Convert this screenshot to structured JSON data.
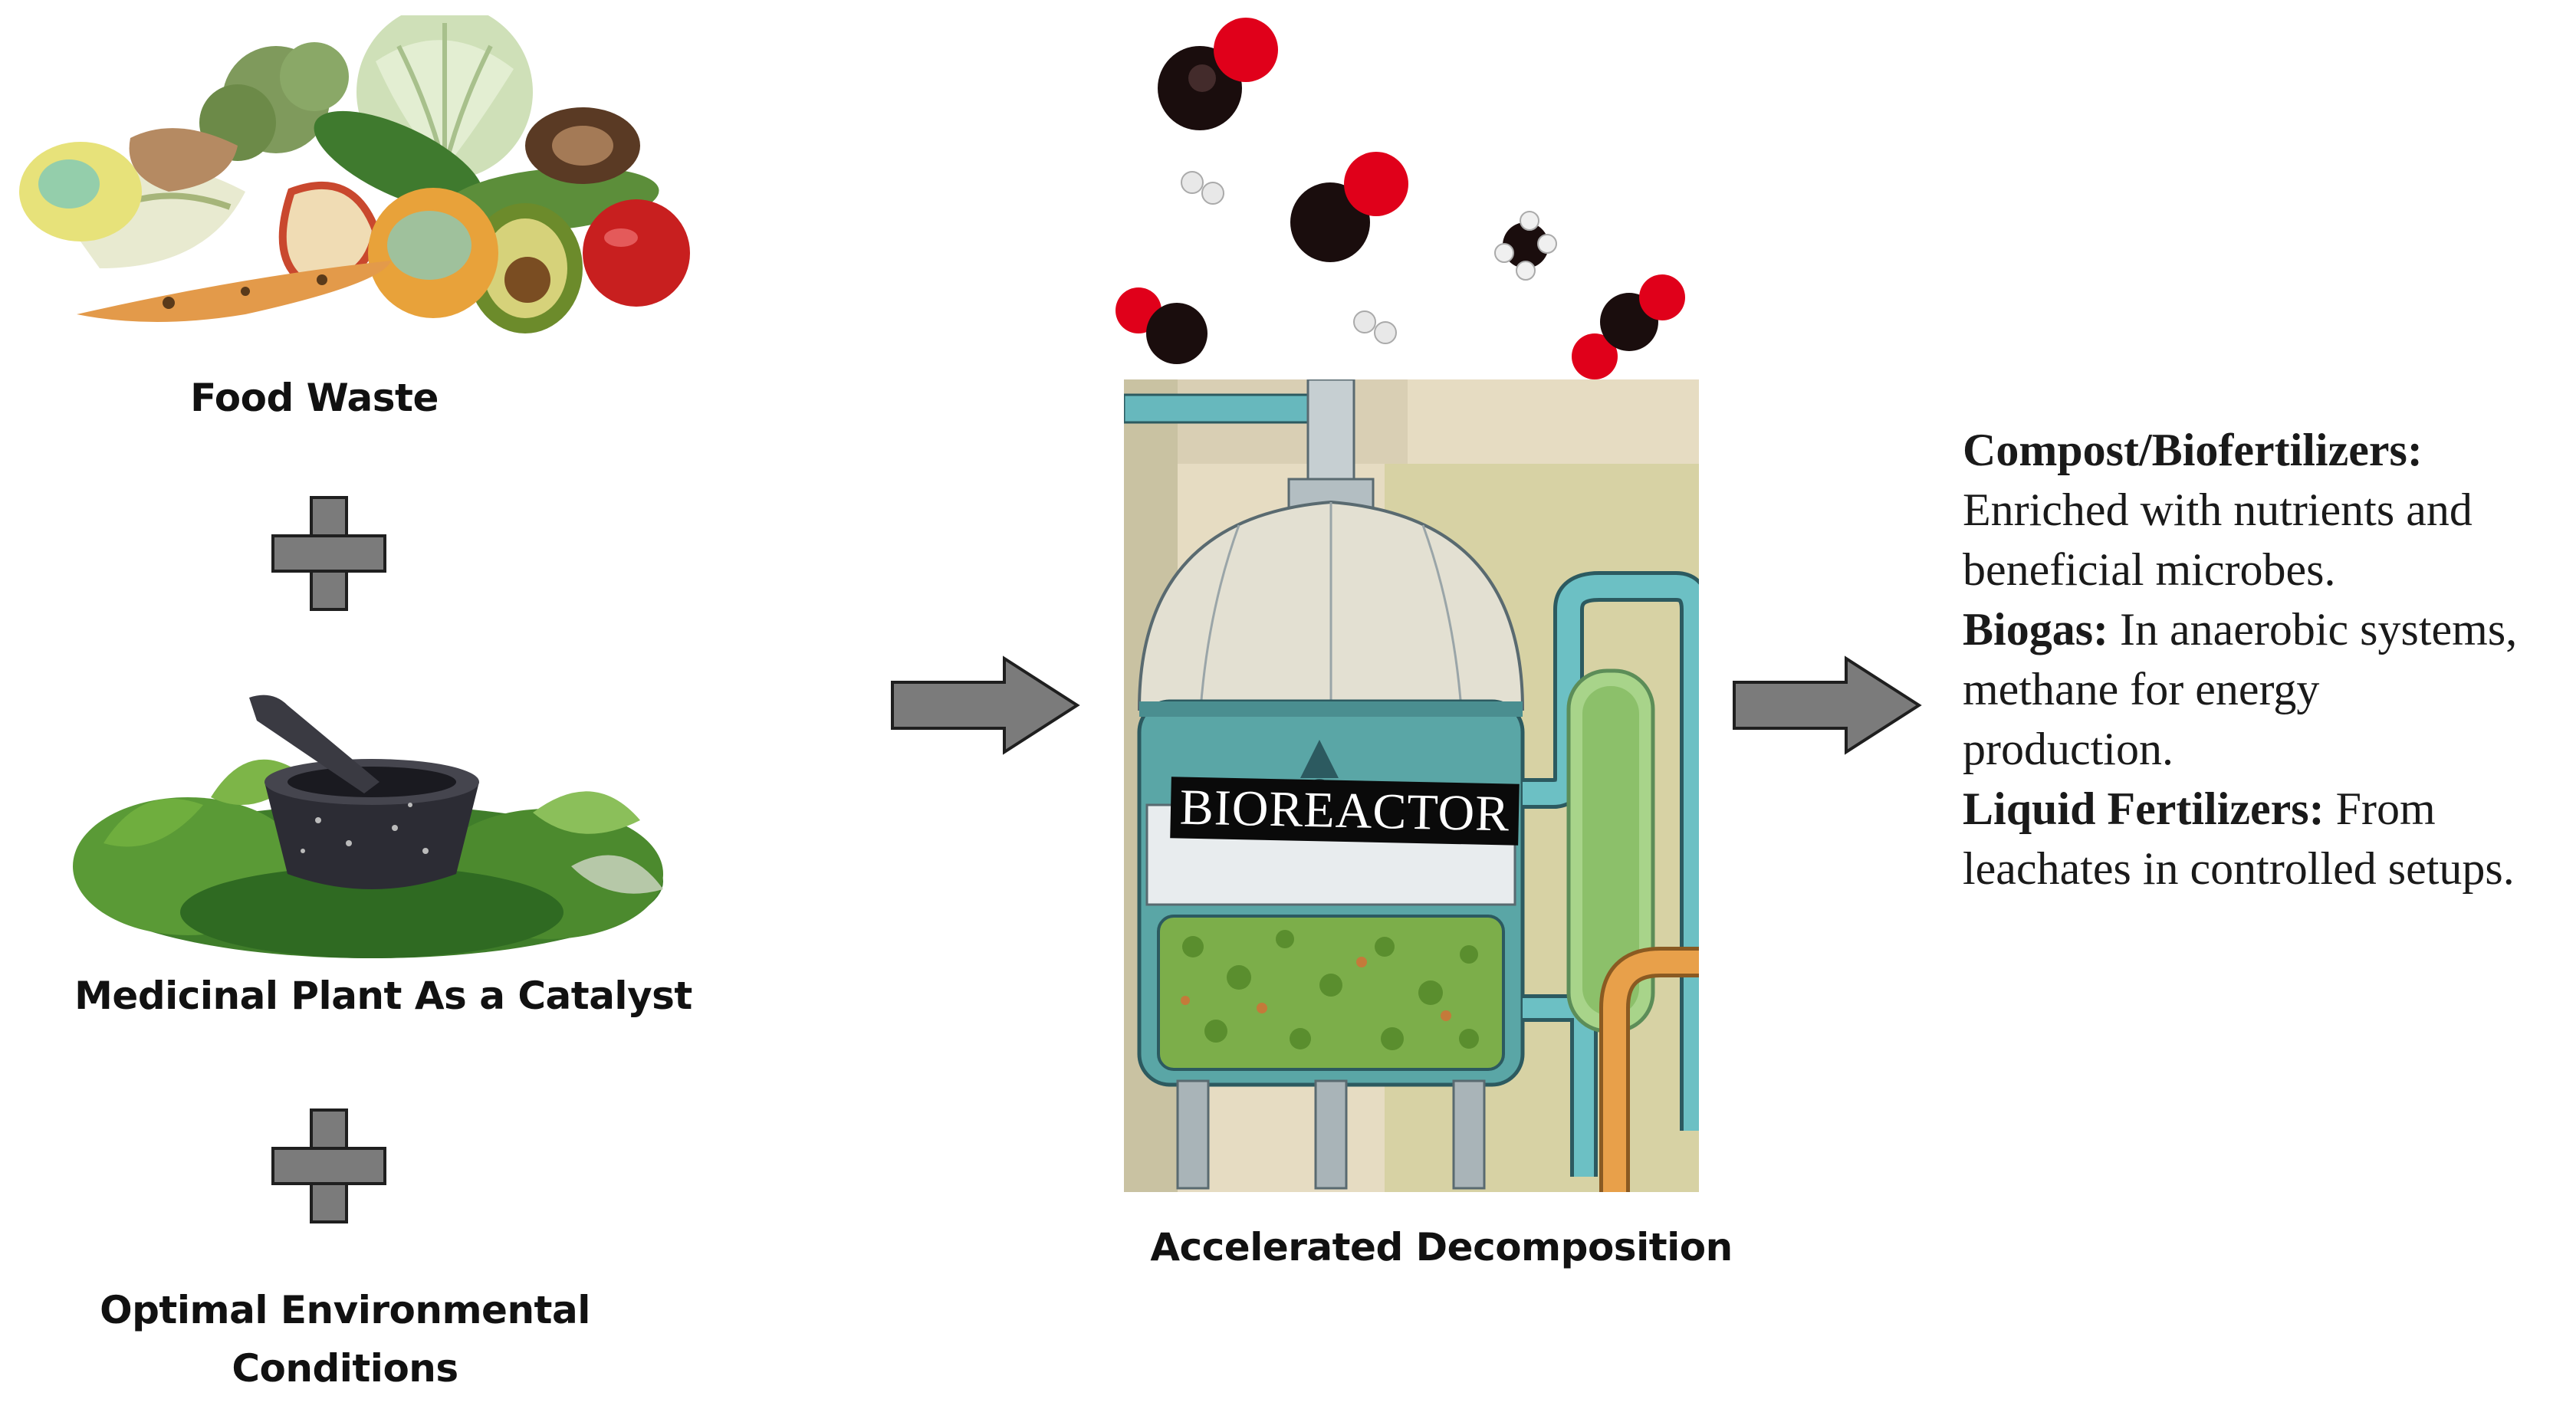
{
  "inputs": {
    "food_waste": "Food Waste",
    "medicinal_plant": "Medicinal Plant As a Catalyst",
    "conditions_line1": "Optimal Environmental",
    "conditions_line2": "Conditions"
  },
  "bioreactor": {
    "tank_label": "BIOREACTOR",
    "caption": "Accelerated Decomposition"
  },
  "outputs": [
    {
      "heading": "Compost/Biofertilizers:",
      "text_lines": [
        "Enriched with nutrients and",
        "beneficial microbes."
      ]
    },
    {
      "heading": "Biogas:",
      "heading_rest": " In anaerobic systems,",
      "text_lines": [
        "methane for energy",
        "production."
      ]
    },
    {
      "heading": "Liquid Fertilizers:",
      "heading_rest": " From",
      "text_lines": [
        "leachates in controlled setups."
      ]
    }
  ],
  "icons": {
    "food": "food-waste-pile-icon",
    "herbs": "herbs-mortar-pestle-icon",
    "plus": "plus-icon",
    "arrow": "right-arrow-icon",
    "molecules": "gas-molecule-icon"
  },
  "colors": {
    "arrow_fill": "#7b7b7b",
    "tank_teal": "#5aa6a6",
    "co2_red": "#e0001a",
    "carbon_black": "#1a0d0d"
  }
}
